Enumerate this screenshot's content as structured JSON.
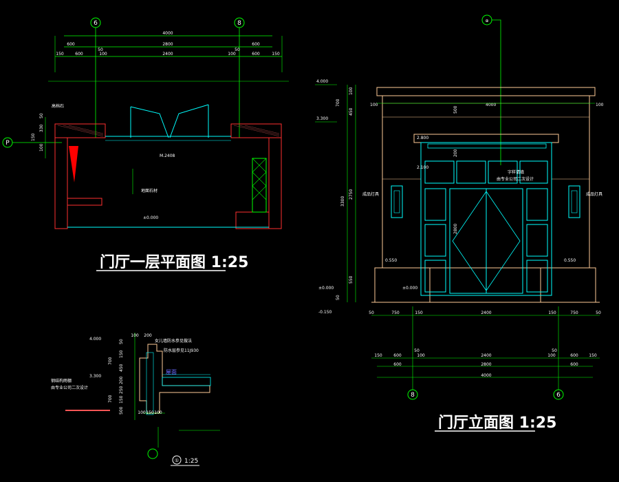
{
  "plan": {
    "title": "门厅一层平面图 1:25",
    "grid_left": "6",
    "grid_right": "8",
    "grid_p": "P",
    "overall": "4000",
    "mid": "2800",
    "open": "2400",
    "seg600a": "600",
    "seg600b": "600",
    "seg600c": "600",
    "seg600d": "600",
    "seg100a": "100",
    "seg150a": "150",
    "seg150b": "150",
    "seg100b": "100",
    "seg50a": "50",
    "seg50b": "50",
    "label_outside": "高档石",
    "label_area": "M.2408",
    "label_floor": "地面石材",
    "level": "±0.000",
    "v330": "330",
    "v50": "50",
    "v100": "100",
    "v150": "150"
  },
  "elevation": {
    "title": "门厅立面图 1:25",
    "grid_top": "⊕",
    "grid_left": "8",
    "grid_right": "6",
    "l4000": "4.000",
    "l3300": "3.300",
    "l2800": "2.800",
    "l2100": "2.100",
    "l550a": "0.550",
    "l550b": "0.550",
    "l0": "±0.000",
    "l0b": "±0.000",
    "lneg": "-0.150",
    "top_width": "4000",
    "side100a": "100",
    "side100b": "100",
    "door_height": "2800",
    "total_height": "3300",
    "h2750": "2750",
    "h700": "700",
    "h450": "450",
    "h100": "100",
    "h550": "550",
    "h50": "50",
    "h500": "500",
    "h200": "200",
    "note_sign": "字样请填",
    "note_design": "由专业公司二次设计",
    "note_lamp_l": "成品灯具",
    "note_lamp_r": "成品灯具",
    "b50a": "50",
    "b750a": "750",
    "b150a": "150",
    "b2400": "2400",
    "b150b": "150",
    "b750b": "750",
    "b50b": "50",
    "c150a": "150",
    "c600a": "600",
    "c100a": "100",
    "c50a": "50",
    "c2400": "2400",
    "c50b": "50",
    "c100b": "100",
    "c600b": "600",
    "c150b": "150",
    "d600a": "600",
    "d2800": "2800",
    "d600b": "600",
    "e4000": "4000"
  },
  "section": {
    "title": "1:25",
    "num": "①",
    "l4000": "4.000",
    "l3300": "3.300",
    "note1": "女儿墙防水参见做法",
    "note2": "防水层参见11J930",
    "note3": "钢结构雨棚",
    "note4": "由专业公司二次设计",
    "roof": "屋面",
    "d100": "100",
    "d200": "200",
    "v50": "50",
    "v150": "150",
    "v700": "700",
    "v450": "450",
    "v200": "200",
    "v250": "250",
    "v150b": "150",
    "v700b": "700",
    "v500": "500",
    "b100": "100",
    "b150": "150",
    "b100b": "100"
  }
}
